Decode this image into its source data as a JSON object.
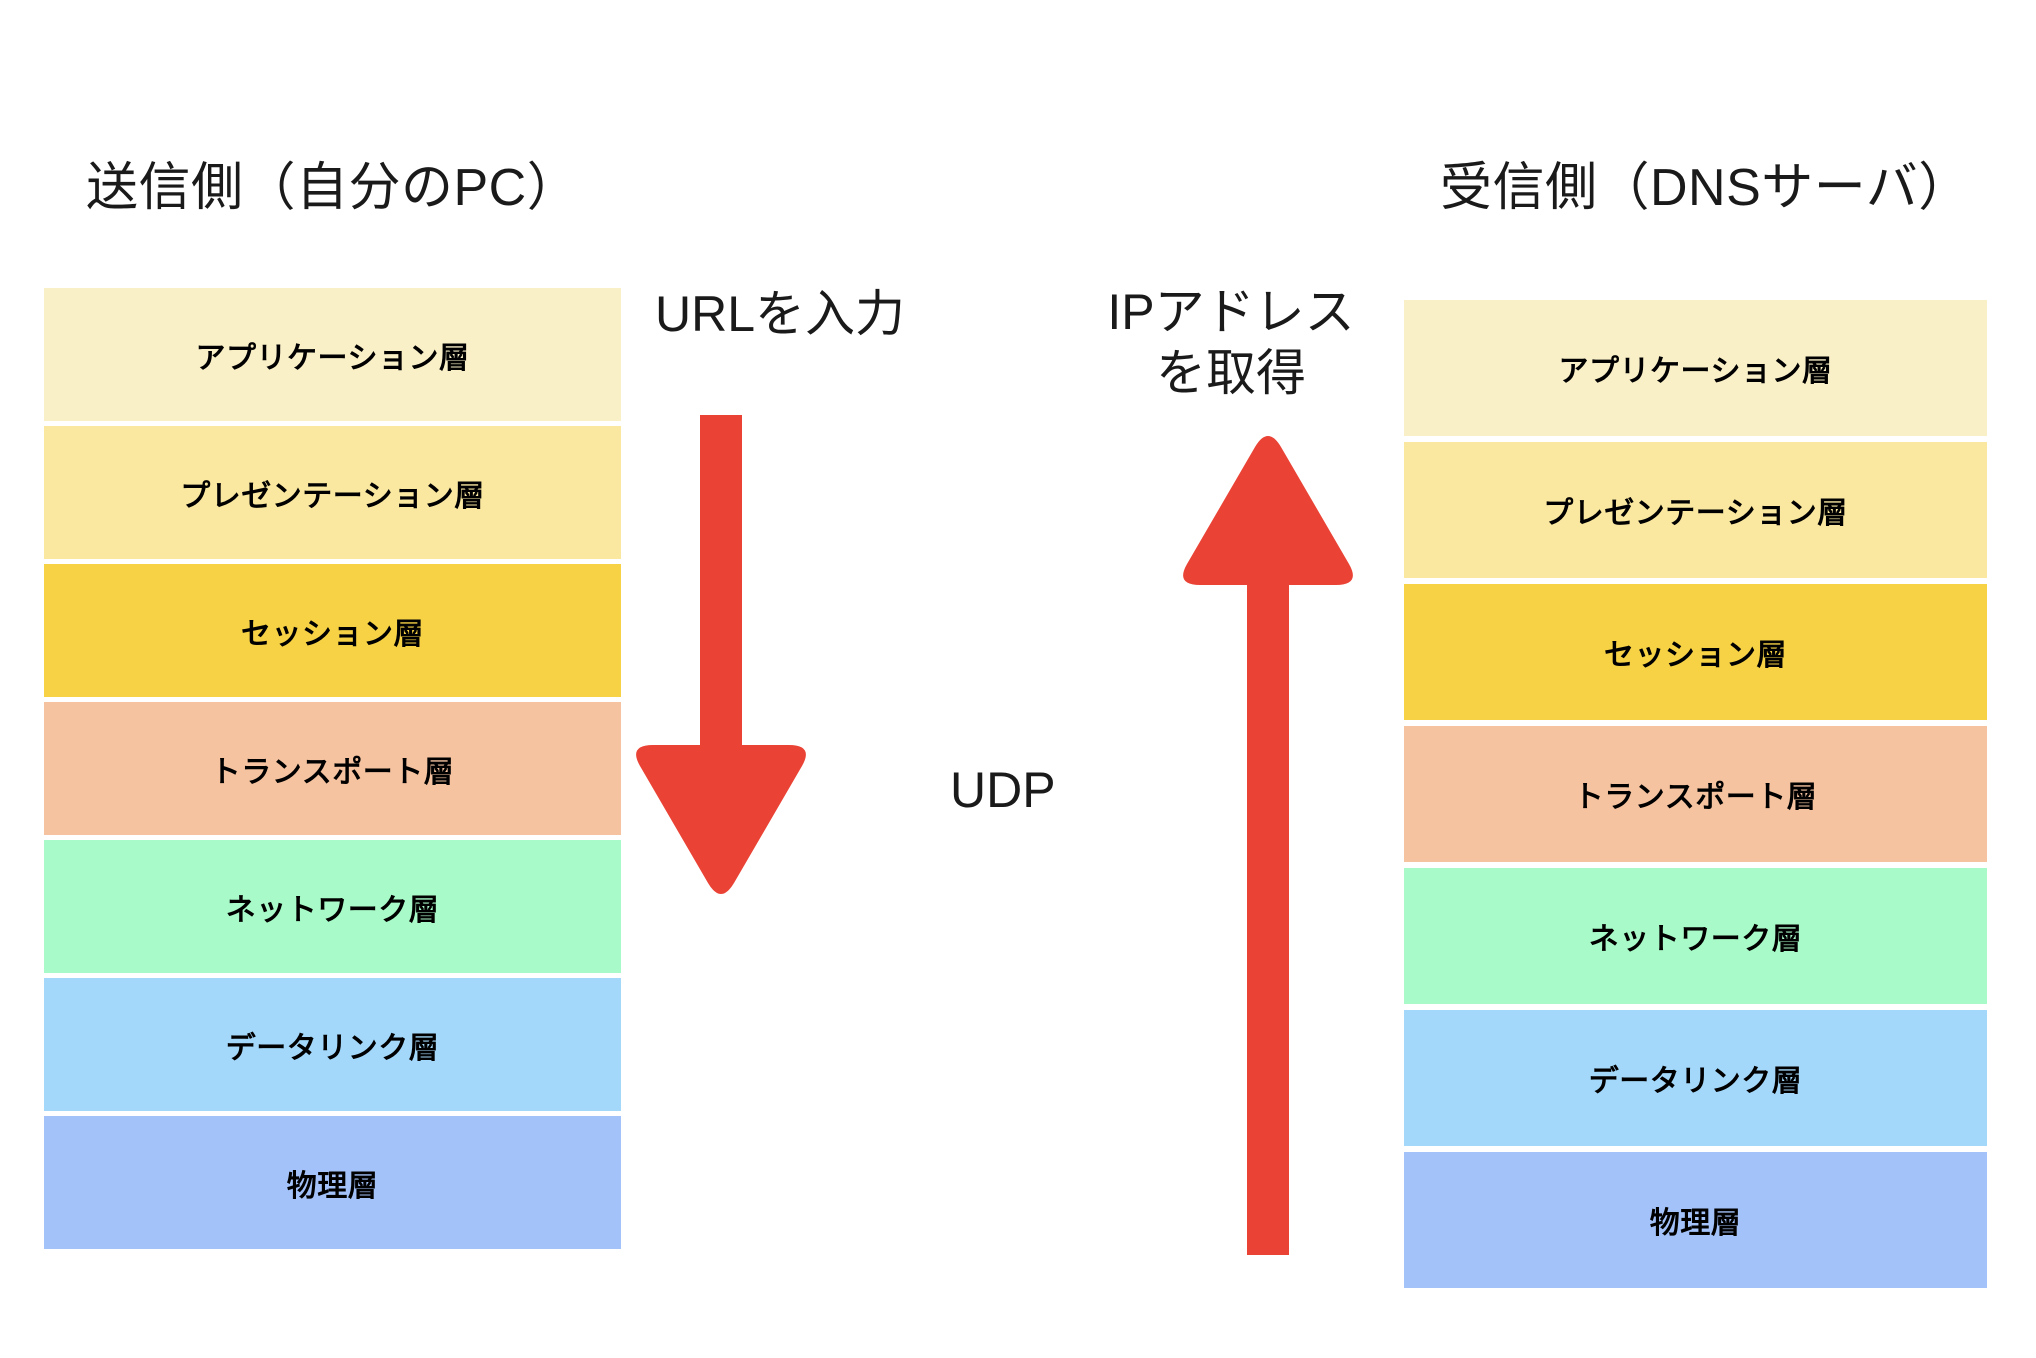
{
  "diagram": {
    "title_sender": "送信側（自分のPC）",
    "title_receiver": "受信側（DNSサーバ）",
    "background_color": "#ffffff",
    "arrow_color": "#EA4335",
    "text_color": "#1a1a1a"
  },
  "annotations": {
    "down_arrow_label": "URLを入力",
    "up_arrow_label": "IPアドレス\nを取得",
    "protocol_label": "UDP"
  },
  "osi_layers": [
    {
      "name": "アプリケーション層",
      "color": "#FAF0C8"
    },
    {
      "name": "プレゼンテーション層",
      "color": "#FAE8A0"
    },
    {
      "name": "セッション層",
      "color": "#F7D245"
    },
    {
      "name": "トランスポート層",
      "color": "#F5C3A0"
    },
    {
      "name": "ネットワーク層",
      "color": "#A8FAC8"
    },
    {
      "name": "データリンク層",
      "color": "#A3D8FA"
    },
    {
      "name": "物理層",
      "color": "#A3C2FA"
    }
  ],
  "sender_stack": {
    "layers": [
      {
        "label": "アプリケーション層",
        "color": "#FAF0C8"
      },
      {
        "label": "プレゼンテーション層",
        "color": "#FAE8A0"
      },
      {
        "label": "セッション層",
        "color": "#F7D245"
      },
      {
        "label": "トランスポート層",
        "color": "#F5C3A0"
      },
      {
        "label": "ネットワーク層",
        "color": "#A8FAC8"
      },
      {
        "label": "データリンク層",
        "color": "#A3D8FA"
      },
      {
        "label": "物理層",
        "color": "#A3C2FA"
      }
    ]
  },
  "receiver_stack": {
    "layers": [
      {
        "label": "アプリケーション層",
        "color": "#FAF0C8"
      },
      {
        "label": "プレゼンテーション層",
        "color": "#FAE8A0"
      },
      {
        "label": "セッション層",
        "color": "#F7D245"
      },
      {
        "label": "トランスポート層",
        "color": "#F5C3A0"
      },
      {
        "label": "ネットワーク層",
        "color": "#A8FAC8"
      },
      {
        "label": "データリンク層",
        "color": "#A3D8FA"
      },
      {
        "label": "物理層",
        "color": "#A3C2FA"
      }
    ]
  }
}
